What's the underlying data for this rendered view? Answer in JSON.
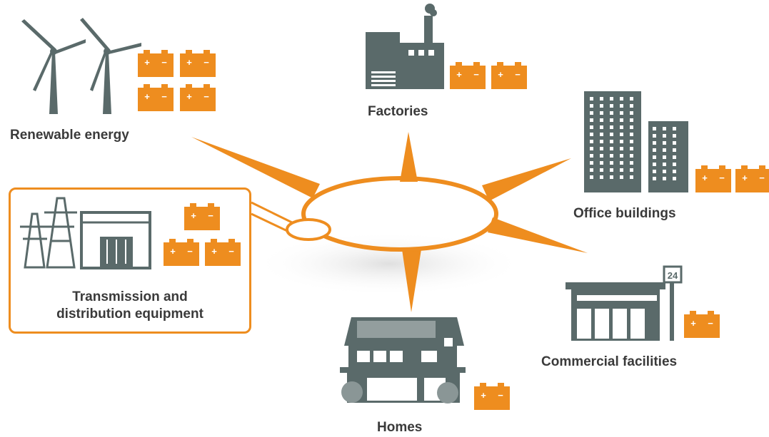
{
  "nodes": {
    "renewable": {
      "label": "Renewable energy"
    },
    "factories": {
      "label": "Factories"
    },
    "office": {
      "label": "Office buildings"
    },
    "commercial": {
      "label": "Commercial facilities",
      "sign": "24"
    },
    "homes": {
      "label": "Homes"
    },
    "transmission": {
      "label_line1": "Transmission and",
      "label_line2": "distribution equipment"
    }
  },
  "battery": {
    "plus": "+",
    "minus": "−"
  },
  "colors": {
    "accent": "#ee8d1f",
    "building": "#5a6a6a",
    "text": "#3a3a3a",
    "shadow": "#e4e4e4"
  }
}
